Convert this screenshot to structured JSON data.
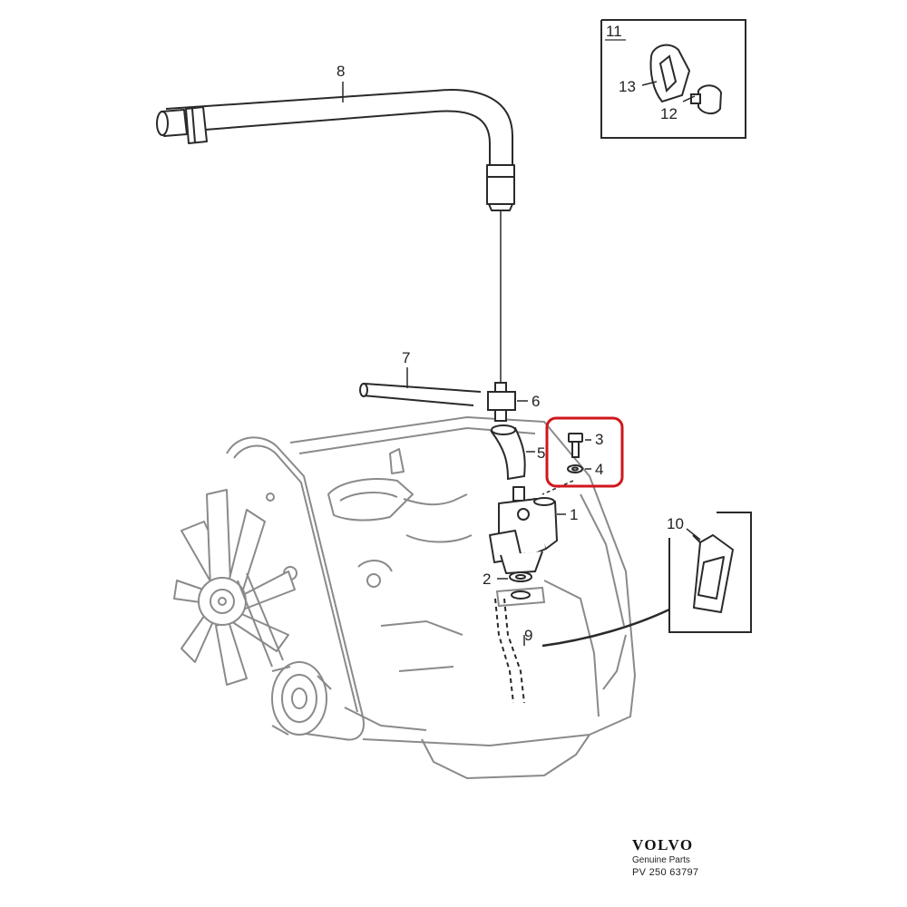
{
  "callouts": {
    "c1": "1",
    "c2": "2",
    "c3": "3",
    "c4": "4",
    "c5": "5",
    "c6": "6",
    "c7": "7",
    "c8": "8",
    "c9": "9",
    "c10": "10",
    "c11": "11",
    "c12": "12",
    "c13": "13"
  },
  "brand": {
    "name": "VOLVO",
    "subtitle": "Genuine Parts",
    "code": "PV 250 63797"
  },
  "colors": {
    "line": "#2a2a2a",
    "engine_line": "#8a8a8a",
    "highlight": "#d0161d"
  }
}
